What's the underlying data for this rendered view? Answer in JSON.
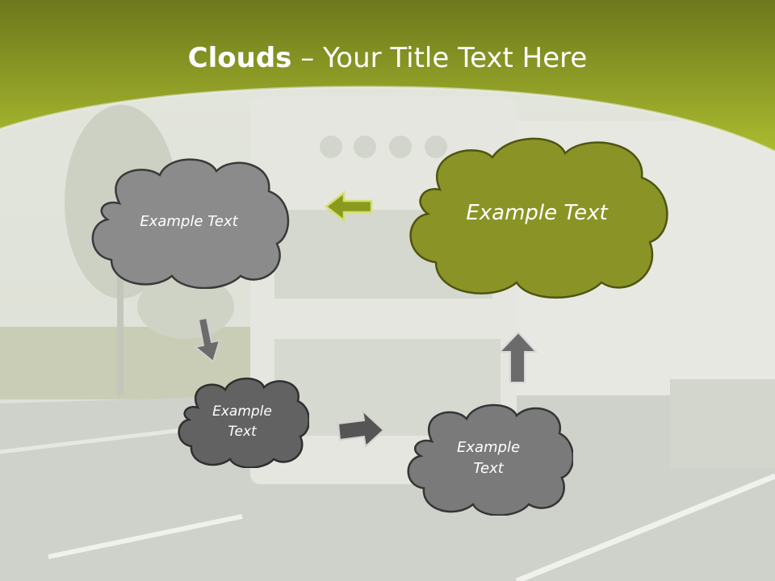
{
  "title": {
    "bold": "Clouds",
    "dash": " – ",
    "rest": "Your Title Text Here"
  },
  "clouds": [
    {
      "label": "Example Text",
      "fill": "#8b8b8b"
    },
    {
      "label": "Example Text",
      "fill": "#8a9426"
    },
    {
      "label": "Example Text",
      "fill": "#626262"
    },
    {
      "label": "Example Text",
      "fill": "#7a7a7a"
    }
  ],
  "colors": {
    "header_top": "#6f7a1e",
    "header_bottom": "#a8b72e",
    "accent_arrow": "#8a9a1e",
    "gray_arrow": "#6b6b6b"
  },
  "background": {
    "description_icon": "truck-photo"
  }
}
